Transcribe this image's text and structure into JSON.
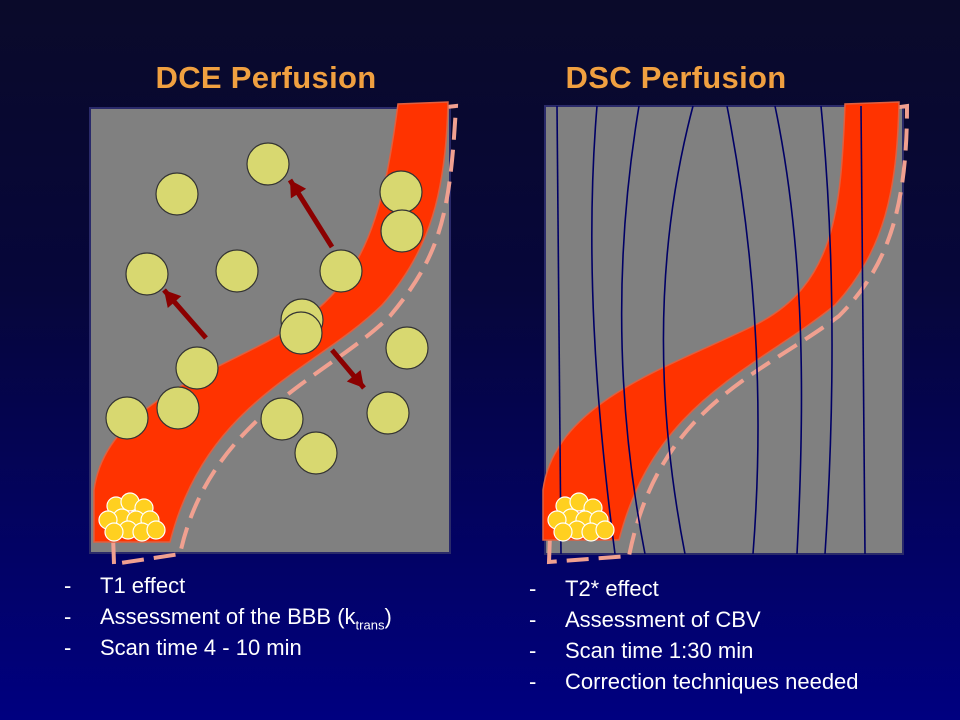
{
  "dce": {
    "title": "DCE Perfusion",
    "bullet_1": "T1 effect",
    "bullet_2_prefix": "Assessment of the BBB (k",
    "bullet_2_sub": "trans",
    "bullet_2_suffix": ")",
    "bullet_3": "Scan time 4 - 10 min"
  },
  "dsc": {
    "title": "DSC Perfusion",
    "bullets": [
      "T2* effect",
      "Assessment of CBV",
      "Scan time 1:30 min",
      "Correction techniques needed"
    ]
  },
  "bullet_marker": "-",
  "colors": {
    "title": "#f0a040",
    "tissue": "#808080",
    "vessel": "#ff3300",
    "cell": "#d8d870",
    "arrow": "#8b0000",
    "field_line": "#000066",
    "text": "#ffffff"
  }
}
